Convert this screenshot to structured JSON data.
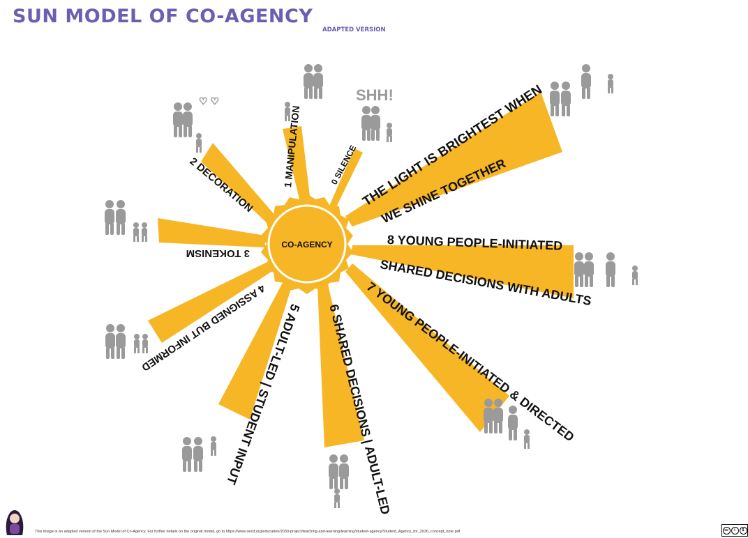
{
  "header": {
    "title": "SUN MODEL OF CO-AGENCY",
    "subtitle": "ADAPTED VERSION"
  },
  "sun": {
    "label": "CO-AGENCY",
    "color": "#f6b626"
  },
  "levels": [
    {
      "label": "0 SILENCE"
    },
    {
      "label": "1 MANIPULATION"
    },
    {
      "label": "2 DECORATION"
    },
    {
      "label": "3 TOKENISM"
    },
    {
      "label": "4 ASSIGNED BUT INFORMED"
    },
    {
      "label": "5 ADULT-LED | STUDENT INPUT"
    },
    {
      "label": "6 SHARED DECISIONS | ADULT-LED"
    },
    {
      "label": "7 YOUNG PEOPLE-INITIATED & DIRECTED"
    },
    {
      "label": "8 YOUNG PEOPLE-INITIATED",
      "label2": "SHARED DECISIONS WITH ADULTS"
    }
  ],
  "motto": {
    "line1": "THE LIGHT IS BRIGHTEST WHEN",
    "line2": "WE SHINE TOGETHER"
  },
  "shh": "SHH!",
  "footer": {
    "note": "This image is an adapted version of the Sun Model of Co-Agency. For further details on the original model, go to https://www.oecd.org/education/2030-project/teaching-and-learning/learning/student-agency/Student_Agency_for_2030_concept_note.pdf"
  },
  "license": {
    "badge": "cc"
  },
  "colors": {
    "title": "#6a5fb0",
    "ray": "#f6b626",
    "icon": "#9a9a9a"
  }
}
